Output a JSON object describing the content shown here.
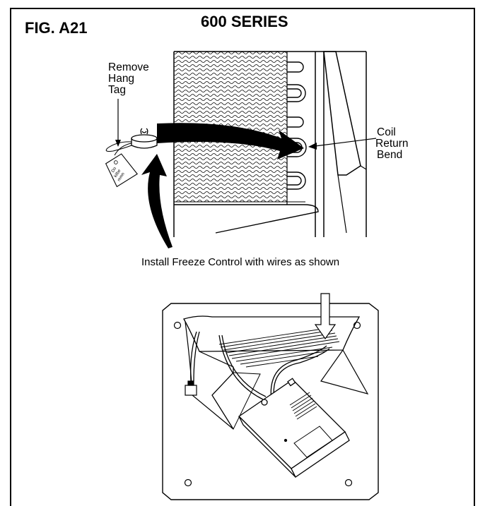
{
  "figure": {
    "label": "FIG. A21",
    "series": "600 SERIES"
  },
  "callouts": {
    "hang_tag": [
      "Remove",
      "Hang",
      "Tag"
    ],
    "coil_bend": [
      "Coil",
      "Return",
      "Bend"
    ]
  },
  "tag_text": [
    "Do",
    "kilbe",
    "mmn"
  ],
  "caption": "Install Freeze Control with wires as shown"
}
